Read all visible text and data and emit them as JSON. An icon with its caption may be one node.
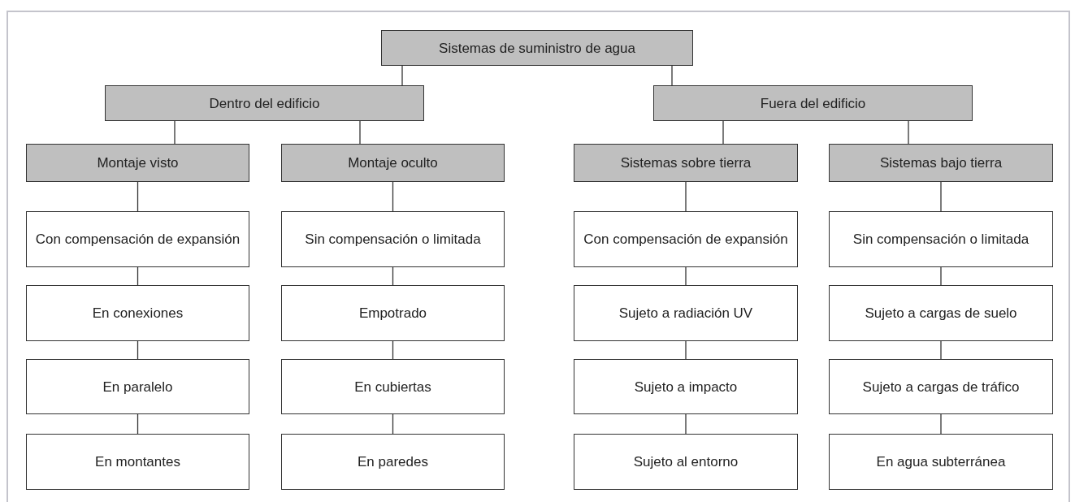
{
  "diagram": {
    "nodes": [
      {
        "text": [
          "Sistemas de suministro de agua"
        ]
      },
      {
        "text": [
          "Dentro del edificio"
        ]
      },
      {
        "text": [
          "Fuera del edificio"
        ]
      },
      {
        "text": [
          "Montaje visto"
        ]
      },
      {
        "text": [
          "Montaje oculto"
        ]
      },
      {
        "text": [
          "Sistemas sobre tierra"
        ]
      },
      {
        "text": [
          "Sistemas bajo tierra"
        ]
      },
      {
        "text": [
          "Con compensación de expansión"
        ]
      },
      {
        "text": [
          "Sin compensación o limitada"
        ]
      },
      {
        "text": [
          "Con compensación de expansión"
        ]
      },
      {
        "text": [
          "Sin compensación o limitada"
        ]
      },
      {
        "text": [
          "En conexiones"
        ]
      },
      {
        "text": [
          "Empotrado"
        ]
      },
      {
        "text": [
          "Sujeto a radiación UV"
        ]
      },
      {
        "text": [
          "Sujeto a cargas de suelo"
        ]
      },
      {
        "text": [
          "En paralelo"
        ]
      },
      {
        "text": [
          "En cubiertas"
        ]
      },
      {
        "text": [
          "Sujeto a impacto"
        ]
      },
      {
        "text": [
          "Sujeto a cargas de tráfico"
        ]
      },
      {
        "text": [
          "En montantes"
        ]
      },
      {
        "text": [
          "En paredes"
        ]
      },
      {
        "text": [
          "Sujeto al entorno"
        ]
      },
      {
        "text": [
          "En agua subterránea"
        ]
      }
    ],
    "edges": [
      {
        "from": 0,
        "to": 1,
        "arrow": "none"
      },
      {
        "from": 0,
        "to": 2,
        "arrow": "none"
      },
      {
        "from": 1,
        "to": 3,
        "arrow": "none"
      },
      {
        "from": 1,
        "to": 4,
        "arrow": "none"
      },
      {
        "from": 2,
        "to": 5,
        "arrow": "none"
      },
      {
        "from": 2,
        "to": 6,
        "arrow": "none"
      },
      {
        "from": 3,
        "to": 7,
        "arrow": "none"
      },
      {
        "from": 4,
        "to": 8,
        "arrow": "none"
      },
      {
        "from": 5,
        "to": 9,
        "arrow": "none"
      },
      {
        "from": 6,
        "to": 10,
        "arrow": "none"
      },
      {
        "from": 7,
        "to": 11,
        "arrow": "none"
      },
      {
        "from": 8,
        "to": 12,
        "arrow": "none"
      },
      {
        "from": 9,
        "to": 13,
        "arrow": "none"
      },
      {
        "from": 10,
        "to": 14,
        "arrow": "none"
      },
      {
        "from": 11,
        "to": 15,
        "arrow": "none"
      },
      {
        "from": 12,
        "to": 16,
        "arrow": "none"
      },
      {
        "from": 13,
        "to": 17,
        "arrow": "none"
      },
      {
        "from": 14,
        "to": 18,
        "arrow": "none"
      },
      {
        "from": 15,
        "to": 19,
        "arrow": "none"
      },
      {
        "from": 16,
        "to": 20,
        "arrow": "none"
      },
      {
        "from": 17,
        "to": 21,
        "arrow": "none"
      },
      {
        "from": 18,
        "to": 22,
        "arrow": "none"
      }
    ]
  }
}
